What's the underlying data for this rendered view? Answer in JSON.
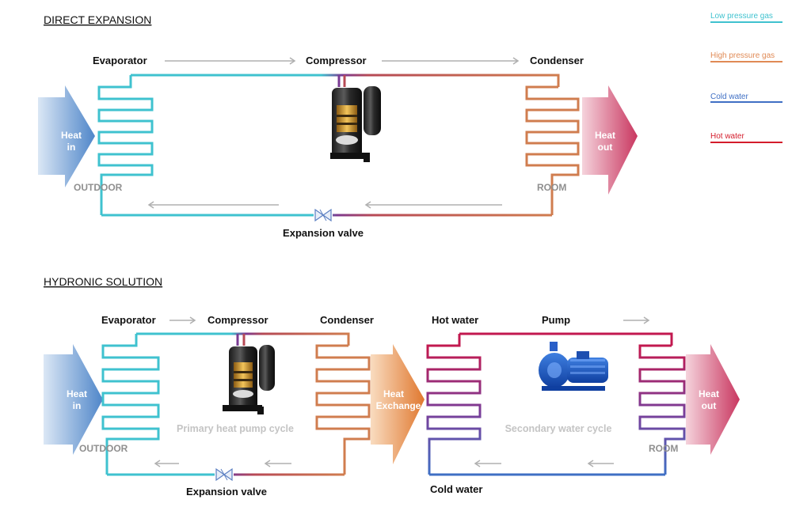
{
  "legend": {
    "items": [
      {
        "label": "Low pressure gas",
        "color": "#3fc2cf"
      },
      {
        "label": "High pressure gas",
        "color": "#e08a55"
      },
      {
        "label": "Cold water",
        "color": "#3f6fc4"
      },
      {
        "label": "Hot water",
        "color": "#d41c2b"
      }
    ]
  },
  "direct": {
    "title": "DIRECT EXPANSION",
    "evaporator": "Evaporator",
    "compressor": "Compressor",
    "condenser": "Condenser",
    "expansion_valve": "Expansion valve",
    "heat_in": [
      "Heat",
      "in"
    ],
    "heat_out": [
      "Heat",
      "out"
    ],
    "outdoor": "OUTDOOR",
    "room": "ROOM"
  },
  "hydronic": {
    "title": "HYDRONIC SOLUTION",
    "evaporator": "Evaporator",
    "compressor": "Compressor",
    "condenser": "Condenser",
    "hot_water": "Hot water",
    "pump": "Pump",
    "expansion_valve": "Expansion valve",
    "cold_water": "Cold water",
    "primary_cycle": "Primary heat pump cycle",
    "secondary_cycle": "Secondary water cycle",
    "heat_in": [
      "Heat",
      "in"
    ],
    "heat_exchange": [
      "Heat",
      "Exchange"
    ],
    "heat_out": [
      "Heat",
      "out"
    ],
    "outdoor": "OUTDOOR",
    "room": "ROOM"
  }
}
